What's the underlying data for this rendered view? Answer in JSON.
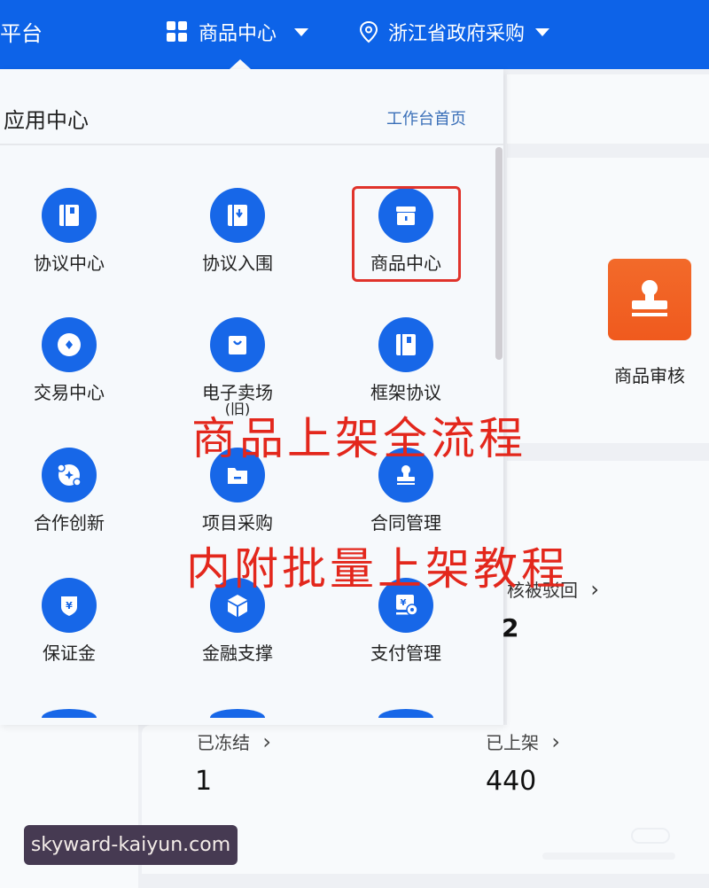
{
  "header": {
    "brand_partial": "平台",
    "app_switch_label": "商品中心",
    "region_label": "浙江省政府采购",
    "colors": {
      "bar": "#0d63e8"
    }
  },
  "app_center": {
    "title": "应用中心",
    "home_link": "工作台首页",
    "apps": [
      {
        "label": "协议中心",
        "icon": "notebook-icon"
      },
      {
        "label": "协议入围",
        "icon": "notebook-download-icon"
      },
      {
        "label": "商品中心",
        "icon": "box-icon",
        "highlighted": true
      },
      {
        "label": "交易中心",
        "icon": "coin-icon"
      },
      {
        "label": "电子卖场",
        "sublabel": "(旧)",
        "icon": "shopping-bag-icon"
      },
      {
        "label": "框架协议",
        "icon": "notebook-icon"
      },
      {
        "label": "合作创新",
        "icon": "sparkle-orbit-icon"
      },
      {
        "label": "项目采购",
        "icon": "folder-icon"
      },
      {
        "label": "合同管理",
        "icon": "stamp-icon"
      },
      {
        "label": "保证金",
        "icon": "yuan-shield-icon"
      },
      {
        "label": "金融支撑",
        "icon": "cube-icon"
      },
      {
        "label": "支付管理",
        "icon": "payment-settings-icon"
      }
    ],
    "colors": {
      "icon_circle": "#1767e8",
      "highlight_border": "#e0332b"
    }
  },
  "background_page": {
    "audit_tile_label": "商品审核",
    "audit_tile_color": "#f05a1e",
    "rejected_label": "核被驳回",
    "rejected_value": "2",
    "stats": [
      {
        "label": "已冻结",
        "value": "1"
      },
      {
        "label": "已上架",
        "value": "440"
      }
    ],
    "chevron": "›"
  },
  "overlay_captions": {
    "line1": "商品上架全流程",
    "line2": "内附批量上架教程",
    "color": "#e3271c"
  },
  "watermark": {
    "text": "skyward-kaiyun.com"
  }
}
